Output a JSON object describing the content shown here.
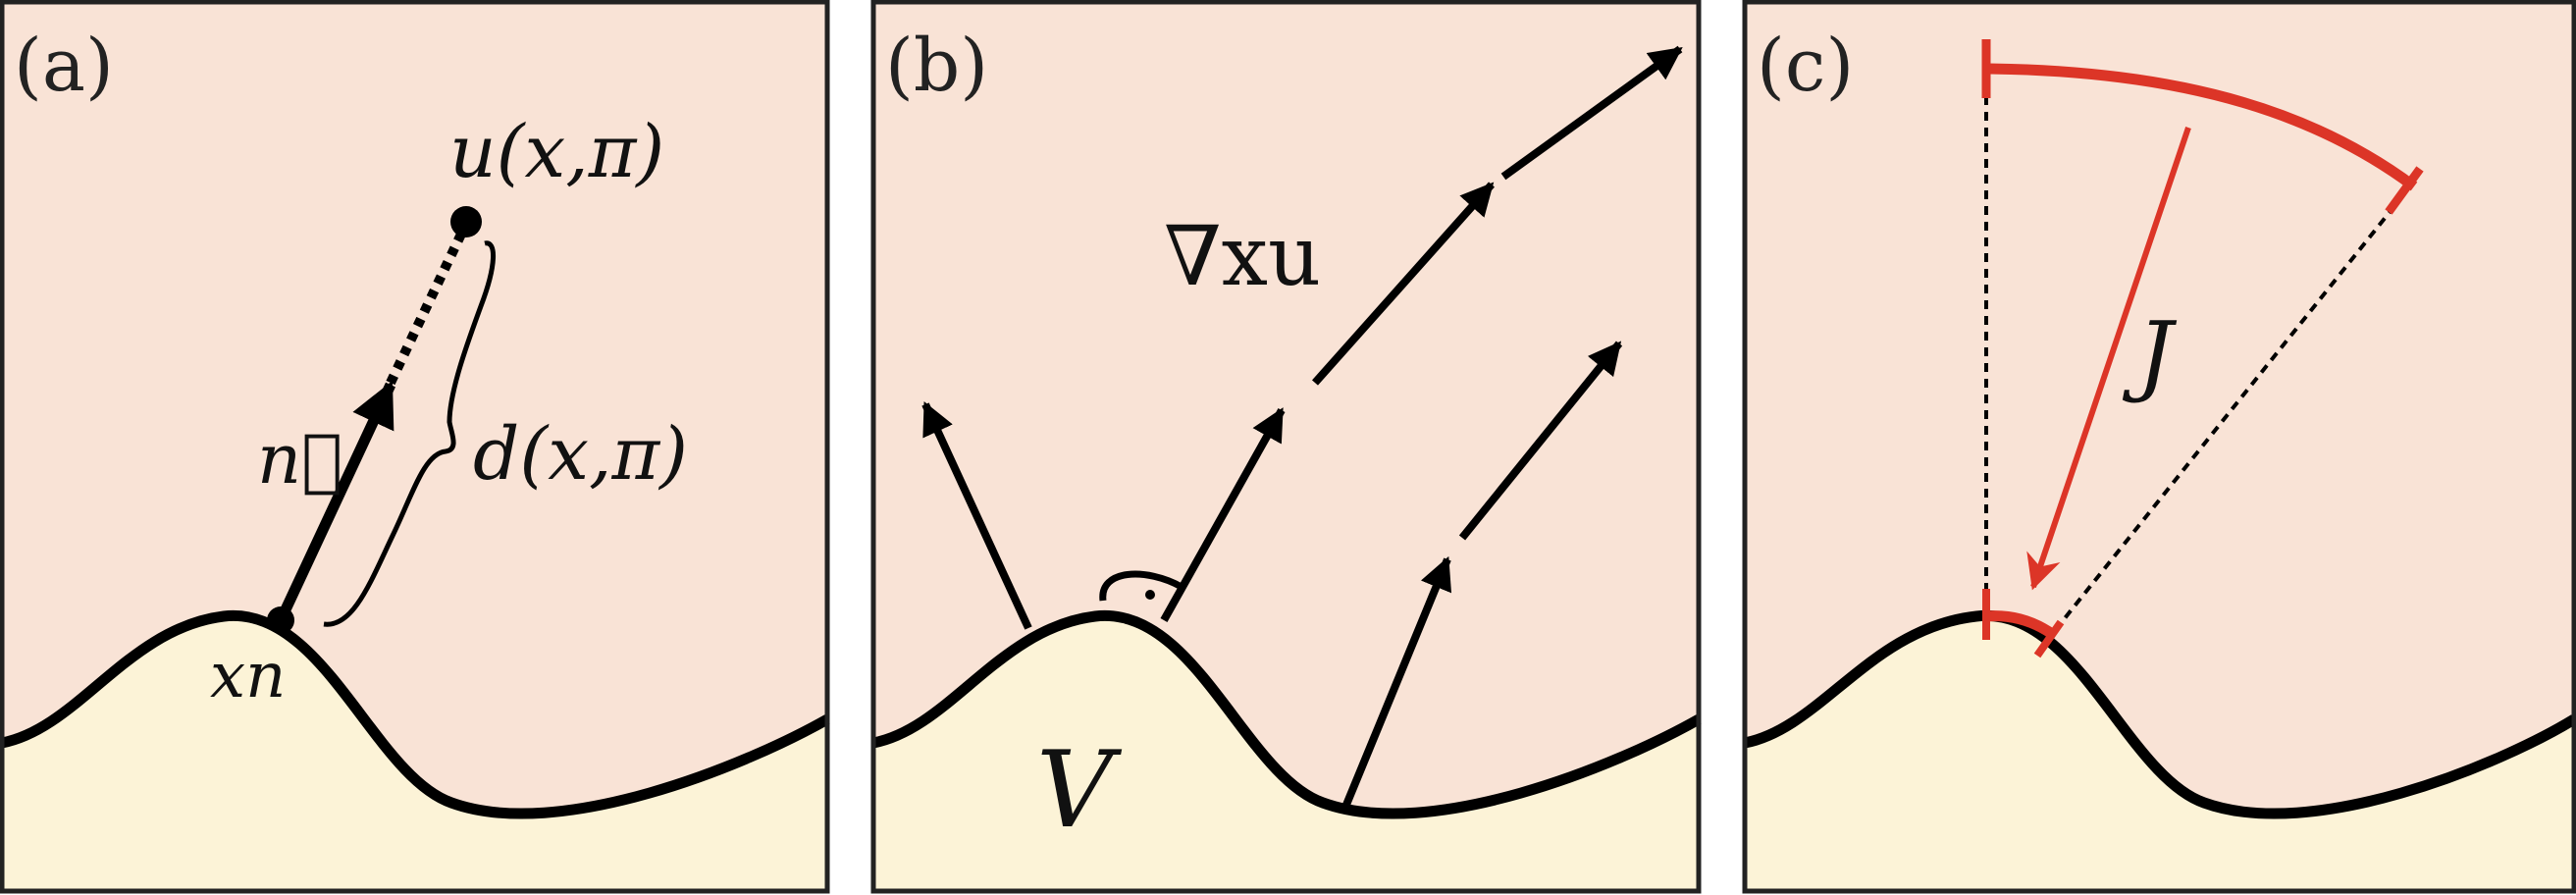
{
  "colors": {
    "background_air": "#f9e3d6",
    "background_solid": "#fcf3d7",
    "outline": "#000000",
    "accent_red": "#dc3527",
    "separator": "#ffffff"
  },
  "panels": [
    {
      "label": "(a)",
      "annotations": {
        "point_label": "u(x,π)",
        "normal_label": "n⃗",
        "distance_label": "d(x,π)",
        "foot_label": "xn"
      }
    },
    {
      "label": "(b)",
      "annotations": {
        "gradient_label": "∇xu",
        "volume_label": "V"
      }
    },
    {
      "label": "(c)",
      "annotations": {
        "jacobian_label": "J"
      }
    }
  ]
}
